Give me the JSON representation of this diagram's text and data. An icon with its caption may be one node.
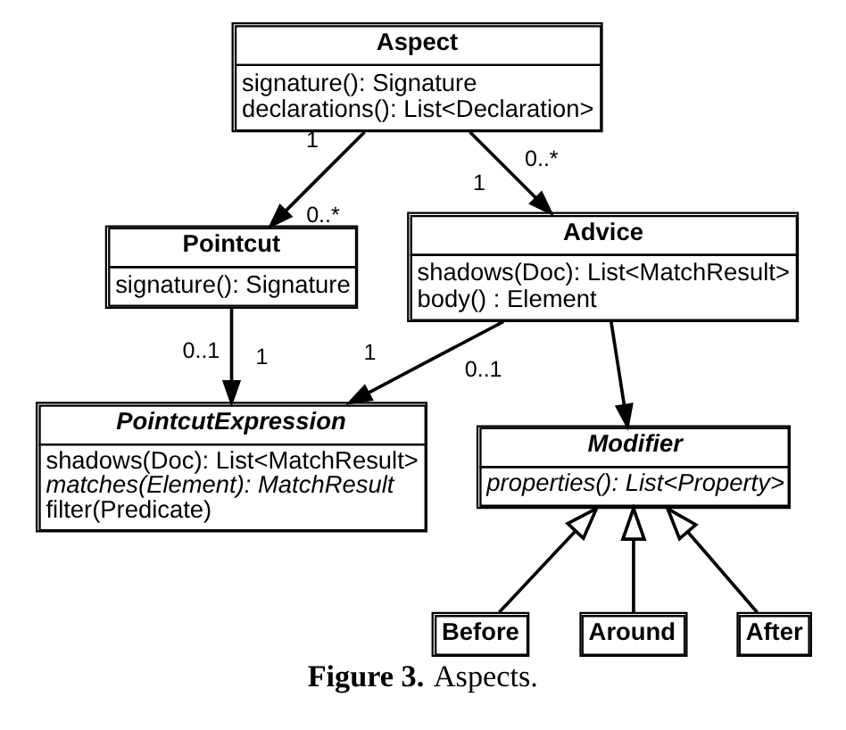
{
  "diagram": {
    "caption": "**Figure 3.** Aspects.",
    "nodes": [
      {
        "text": [
          "Aspect",
          "signature(): Signature",
          "declarations(): List<Declaration>"
        ]
      },
      {
        "text": [
          "Pointcut",
          "signature(): Signature"
        ]
      },
      {
        "text": [
          "Advice",
          "shadows(Doc): List<MatchResult>",
          "body() : Element"
        ]
      },
      {
        "text": [
          "PointcutExpression",
          "shadows(Doc): List<MatchResult>",
          "matches(Element): MatchResult",
          "filter(Predicate)"
        ]
      },
      {
        "text": [
          "Modifier",
          "properties(): List<Property>"
        ]
      },
      {
        "text": [
          "Before"
        ]
      },
      {
        "text": [
          "Around"
        ]
      },
      {
        "text": [
          "After"
        ]
      }
    ],
    "edges": [
      {
        "from": 0,
        "to": 1,
        "arrow": "to"
      },
      {
        "from": 0,
        "to": 2,
        "arrow": "to"
      },
      {
        "from": 1,
        "to": 3,
        "arrow": "to"
      },
      {
        "from": 2,
        "to": 3,
        "arrow": "to"
      },
      {
        "from": 2,
        "to": 4,
        "arrow": "to"
      },
      {
        "from": 5,
        "to": 4,
        "arrow": "to"
      },
      {
        "from": 6,
        "to": 4,
        "arrow": "to"
      },
      {
        "from": 7,
        "to": 4,
        "arrow": "to"
      }
    ],
    "labels": [
      "1",
      "0..*",
      "1",
      "0..*",
      "0..1",
      "1",
      "0..1",
      "1"
    ]
  }
}
